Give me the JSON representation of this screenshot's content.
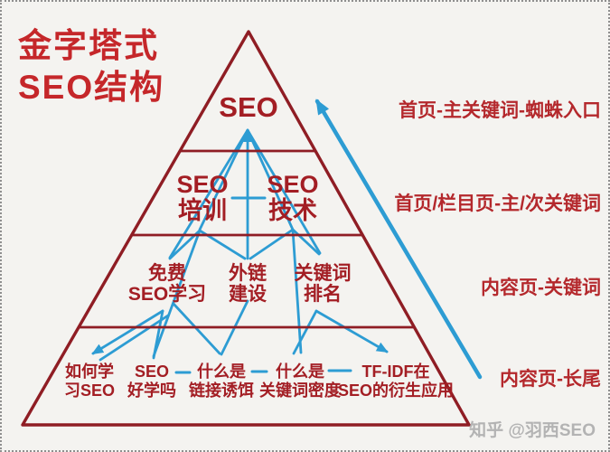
{
  "title": {
    "line1": "金字塔式",
    "line2": "SEO结构"
  },
  "pyramid": {
    "top": {
      "label": "SEO"
    },
    "level2": {
      "training": {
        "l1": "SEO",
        "l2": "培训"
      },
      "tech": {
        "l1": "SEO",
        "l2": "技术"
      }
    },
    "level3": {
      "free_learning": {
        "l1": "免费",
        "l2": "SEO学习"
      },
      "link_building": {
        "l1": "外链",
        "l2": "建设"
      },
      "keyword_ranking": {
        "l1": "关键词",
        "l2": "排名"
      }
    },
    "level4": {
      "how_to_learn": {
        "l1": "如何学",
        "l2": "习SEO"
      },
      "easy_to_learn": {
        "l1": "SEO",
        "l2": "好学吗"
      },
      "link_bait": {
        "l1": "什么是",
        "l2": "链接诱饵"
      },
      "keyword_density": {
        "l1": "什么是",
        "l2": "关键词密度"
      },
      "tfidf": {
        "l1": "TF-IDF在",
        "l2": "SEO的衍生应用"
      }
    }
  },
  "annotations": {
    "level1": "首页-主关键词-蜘蛛入口",
    "level2": "首页/栏目页-主/次关键词",
    "level3": "内容页-关键词",
    "level4": "内容页-长尾"
  },
  "watermark": "知乎 @羽西SEO",
  "colors": {
    "pyramid_line": "#8f1d24",
    "title_red": "#c5272a",
    "annotation_red": "#b4282c",
    "node_red": "#a31e24",
    "link_blue": "#2d9cd3",
    "watermark_gray": "#b3b3b3",
    "background": "#f4f3f0"
  }
}
